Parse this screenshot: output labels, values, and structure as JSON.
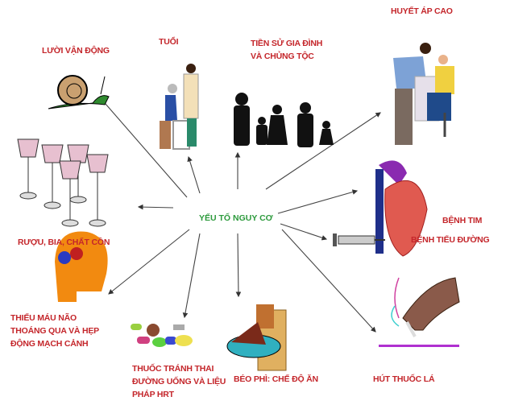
{
  "center": {
    "label": "YẾU TỐ NGUY CƠ",
    "color": "#2c9a3c"
  },
  "label_color": "#c4262b",
  "factors": [
    {
      "id": "inactivity",
      "lines": [
        "LƯỜI VẬN ĐỘNG"
      ],
      "icon": "snail-icon"
    },
    {
      "id": "age",
      "lines": [
        "TUỔI"
      ],
      "icon": "elderly-with-walker-icon"
    },
    {
      "id": "family",
      "lines": [
        "TIỀN SỬ GIA ĐÌNH",
        "VÀ CHỦNG TỘC"
      ],
      "icon": "family-silhouette-icon"
    },
    {
      "id": "hypertension",
      "lines": [
        "HUYẾT ÁP CAO"
      ],
      "icon": "doctor-measuring-blood-pressure-icon"
    },
    {
      "id": "heart",
      "lines": [
        "BỆNH TIM"
      ],
      "icon": "heart-icon"
    },
    {
      "id": "alcohol",
      "lines": [
        "RƯỢU, BIA, CHẤT CỒN"
      ],
      "icon": "wine-glasses-icon"
    },
    {
      "id": "diabetes",
      "lines": [
        "BỆNH TIỂU ĐƯỜNG"
      ],
      "icon": "syringe-icon"
    },
    {
      "id": "tia",
      "lines": [
        "THIẾU MÁU NÃO",
        "THOÁNG QUA VÀ HẸP",
        "ĐỘNG MẠCH CẢNH"
      ],
      "icon": "head-brain-icon"
    },
    {
      "id": "contraceptive",
      "lines": [
        "THUỐC TRÁNH THAI",
        "ĐƯỜNG UỐNG VÀ LIỆU",
        "PHÁP HRT"
      ],
      "icon": "pills-icon"
    },
    {
      "id": "obesity",
      "lines": [
        "BÉO PHÌ: CHẾ ĐỘ ĂN"
      ],
      "icon": "food-and-beer-icon"
    },
    {
      "id": "smoking",
      "lines": [
        "HÚT THUỐC LÁ"
      ],
      "icon": "hand-cigarette-icon"
    }
  ]
}
